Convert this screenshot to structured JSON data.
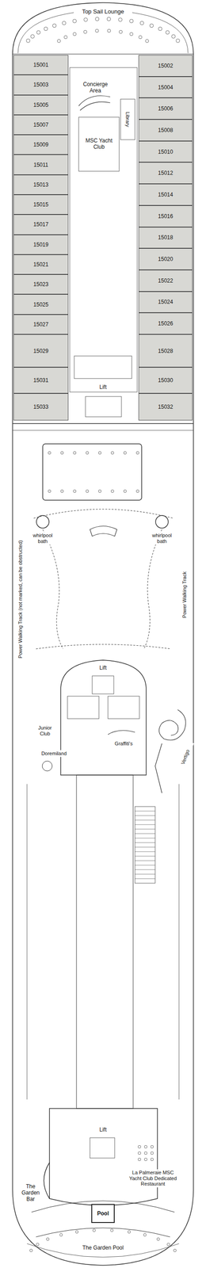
{
  "diagram": {
    "nodes": [
      {
        "text": [
          "15001"
        ]
      },
      {
        "text": [
          "15002"
        ]
      },
      {
        "text": [
          "15003"
        ]
      },
      {
        "text": [
          "15004"
        ]
      },
      {
        "text": [
          "15005"
        ]
      },
      {
        "text": [
          "15006"
        ]
      },
      {
        "text": [
          "15007"
        ]
      },
      {
        "text": [
          "15008"
        ]
      },
      {
        "text": [
          "15009"
        ]
      },
      {
        "text": [
          "15010"
        ]
      },
      {
        "text": [
          "15011"
        ]
      },
      {
        "text": [
          "15012"
        ]
      },
      {
        "text": [
          "15013"
        ]
      },
      {
        "text": [
          "15014"
        ]
      },
      {
        "text": [
          "15015"
        ]
      },
      {
        "text": [
          "15016"
        ]
      },
      {
        "text": [
          "15017"
        ]
      },
      {
        "text": [
          "15018"
        ]
      },
      {
        "text": [
          "15019"
        ]
      },
      {
        "text": [
          "15020"
        ]
      },
      {
        "text": [
          "15021"
        ]
      },
      {
        "text": [
          "15022"
        ]
      },
      {
        "text": [
          "15023"
        ]
      },
      {
        "text": [
          "15024"
        ]
      },
      {
        "text": [
          "15025"
        ]
      },
      {
        "text": [
          "15026"
        ]
      },
      {
        "text": [
          "15027"
        ]
      },
      {
        "text": [
          "15029"
        ]
      },
      {
        "text": [
          "15028"
        ]
      },
      {
        "text": [
          "15031"
        ]
      },
      {
        "text": [
          "15030"
        ]
      },
      {
        "text": [
          "15033"
        ]
      },
      {
        "text": [
          "15032"
        ]
      },
      {
        "text": [
          "Pool"
        ]
      }
    ],
    "labels": [
      "Top Sail Lounge",
      "Concierge Area",
      "Library",
      "MSC Yacht Club",
      "Lift",
      "whirlpool bath",
      "whirlpool bath",
      "Power Walking Track (not marked, can be obstructed)",
      "Power Walking Track",
      "Lift",
      "Junior Club",
      "Doremiland",
      "Graffiti's",
      "Vertigo",
      "Lift",
      "La Palmeraie MSC Yacht Club Dedicated Restaurant",
      "The Garden Bar",
      "The Garden Pool"
    ]
  }
}
